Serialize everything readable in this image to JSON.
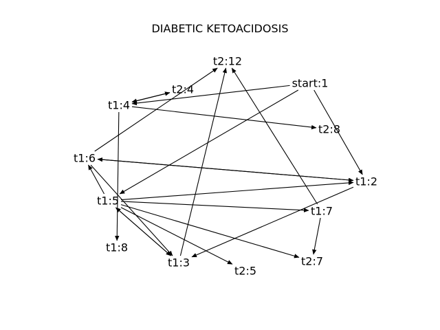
{
  "title": "DIABETIC KETOACIDOSIS",
  "nodes": [
    {
      "id": "t2_12",
      "label": "t2:12"
    },
    {
      "id": "start_1",
      "label": "start:1"
    },
    {
      "id": "t2_4",
      "label": "t2:4"
    },
    {
      "id": "t1_4",
      "label": "t1:4"
    },
    {
      "id": "t2_8",
      "label": "t2:8"
    },
    {
      "id": "t1_6",
      "label": "t1:6"
    },
    {
      "id": "t1_2",
      "label": "t1:2"
    },
    {
      "id": "t1_5",
      "label": "t1:5"
    },
    {
      "id": "t1_7",
      "label": "t1:7"
    },
    {
      "id": "t1_8",
      "label": "t1:8"
    },
    {
      "id": "t1_3",
      "label": "t1:3"
    },
    {
      "id": "t2_7",
      "label": "t2:7"
    },
    {
      "id": "t2_5",
      "label": "t2:5"
    }
  ],
  "edges": [
    {
      "from": "start_1",
      "to": "t1_4"
    },
    {
      "from": "start_1",
      "to": "t1_5"
    },
    {
      "from": "start_1",
      "to": "t1_2"
    },
    {
      "from": "t1_4",
      "to": "t2_4"
    },
    {
      "from": "t1_4",
      "to": "t2_8"
    },
    {
      "from": "t1_4",
      "to": "t1_8"
    },
    {
      "from": "t2_4",
      "to": "t1_4"
    },
    {
      "from": "t1_6",
      "to": "t2_12"
    },
    {
      "from": "t1_6",
      "to": "t1_2"
    },
    {
      "from": "t1_6",
      "to": "t1_3"
    },
    {
      "from": "t1_2",
      "to": "t1_6"
    },
    {
      "from": "t1_2",
      "to": "t1_3"
    },
    {
      "from": "t1_5",
      "to": "t1_2"
    },
    {
      "from": "t1_5",
      "to": "t1_7"
    },
    {
      "from": "t1_5",
      "to": "t2_5"
    },
    {
      "from": "t1_5",
      "to": "t2_7"
    },
    {
      "from": "t1_5",
      "to": "t1_3"
    },
    {
      "from": "t1_5",
      "to": "t1_6"
    },
    {
      "from": "t1_3",
      "to": "t2_12"
    },
    {
      "from": "t1_3",
      "to": "t1_5"
    },
    {
      "from": "t1_7",
      "to": "t2_12"
    },
    {
      "from": "t1_7",
      "to": "t2_7"
    }
  ]
}
